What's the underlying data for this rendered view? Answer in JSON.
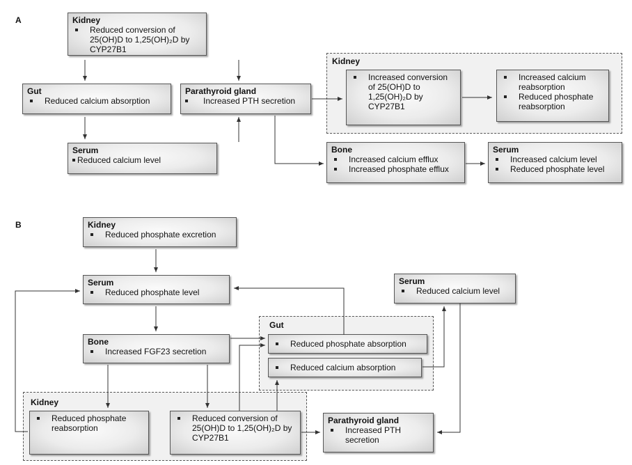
{
  "panel_a": {
    "letter": "A",
    "kidney_top": {
      "title": "Kidney",
      "items": [
        "Reduced conversion of 25(OH)D to 1,25(OH)₂D by CYP27B1"
      ]
    },
    "gut": {
      "title": "Gut",
      "items": [
        "Reduced calcium absorption"
      ]
    },
    "parathyroid": {
      "title": "Parathyroid gland",
      "items": [
        "Increased PTH secretion"
      ]
    },
    "serum_left": {
      "title": "Serum",
      "items": [
        "Reduced calcium level"
      ]
    },
    "kidney_group": {
      "title": "Kidney",
      "conversion": "Increased conversion of 25(OH)D to 1,25(OH)₂D by CYP27B1",
      "reabsorption": [
        "Increased calcium reabsorption",
        "Reduced phosphate reabsorption"
      ]
    },
    "bone": {
      "title": "Bone",
      "items": [
        "Increased calcium efflux",
        "Increased phosphate efflux"
      ]
    },
    "serum_right": {
      "title": "Serum",
      "items": [
        "Increased calcium level",
        "Reduced phosphate level"
      ]
    }
  },
  "panel_b": {
    "letter": "B",
    "kidney_top": {
      "title": "Kidney",
      "items": [
        "Reduced phosphate excretion"
      ]
    },
    "serum_phosphate": {
      "title": "Serum",
      "items": [
        "Reduced phosphate level"
      ]
    },
    "serum_calcium": {
      "title": "Serum",
      "items": [
        "Reduced calcium level"
      ]
    },
    "bone": {
      "title": "Bone",
      "items": [
        "Increased FGF23 secretion"
      ]
    },
    "gut_group": {
      "title": "Gut",
      "items": [
        "Reduced phosphate absorption",
        "Reduced calcium absorption"
      ]
    },
    "kidney_group": {
      "title": "Kidney",
      "items": [
        "Reduced phosphate reabsorption",
        "Reduced conversion of 25(OH)D to 1,25(OH)₂D by CYP27B1"
      ]
    },
    "parathyroid": {
      "title": "Parathyroid gland",
      "items": [
        "Increased PTH secretion"
      ]
    }
  }
}
